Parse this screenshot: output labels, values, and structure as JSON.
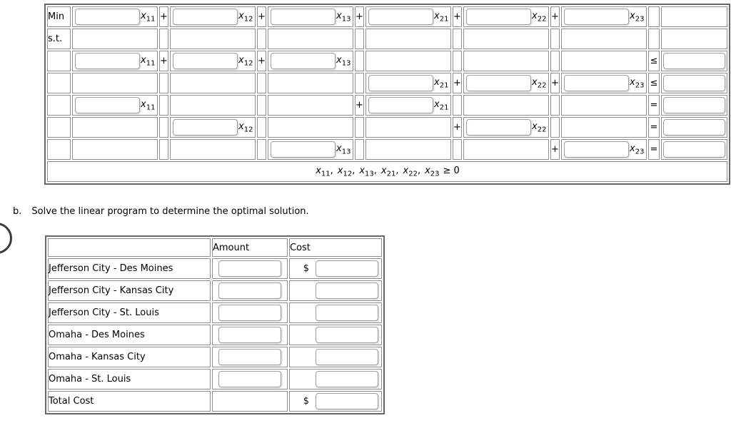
{
  "colors": {
    "background": "#ffffff",
    "text": "#000000",
    "table-border": "#686868",
    "cell-border": "#8f8f8f",
    "input-border": "#9e9e9e",
    "circle": "#3a3a3a"
  },
  "lp": {
    "plus_sign": "+",
    "comma": ",",
    "nonneg_relation": "≥ 0",
    "variables": [
      {
        "base": "x",
        "sub": "11"
      },
      {
        "base": "x",
        "sub": "12"
      },
      {
        "base": "x",
        "sub": "13"
      },
      {
        "base": "x",
        "sub": "21"
      },
      {
        "base": "x",
        "sub": "22"
      },
      {
        "base": "x",
        "sub": "23"
      }
    ],
    "rows": [
      {
        "label": "Min",
        "terms": [
          0,
          1,
          2,
          3,
          4,
          5
        ],
        "plus": [
          1,
          2,
          3,
          4,
          5
        ],
        "op": "",
        "rhs": false
      },
      {
        "label": "s.t.",
        "terms": [],
        "plus": [],
        "op": "",
        "rhs": false
      },
      {
        "label": "",
        "terms": [
          0,
          1,
          2
        ],
        "plus": [
          1,
          2
        ],
        "op": "≤",
        "rhs": true
      },
      {
        "label": "",
        "terms": [
          3,
          4,
          5
        ],
        "plus": [
          4,
          5
        ],
        "op": "≤",
        "rhs": true
      },
      {
        "label": "",
        "terms": [
          0,
          3
        ],
        "plus": [
          3
        ],
        "op": "=",
        "rhs": true
      },
      {
        "label": "",
        "terms": [
          1,
          4
        ],
        "plus": [
          4
        ],
        "op": "=",
        "rhs": true
      },
      {
        "label": "",
        "terms": [
          2,
          5
        ],
        "plus": [
          5
        ],
        "op": "=",
        "rhs": true
      }
    ]
  },
  "part_b": {
    "marker": "b.",
    "text": "Solve the linear program to determine the optimal solution."
  },
  "solution_table": {
    "headers": {
      "item": "",
      "amount": "Amount",
      "cost": "Cost"
    },
    "currency": "$",
    "rows": [
      {
        "label": "Jefferson City - Des Moines",
        "amount_input": true,
        "show_currency": true,
        "cost_input": true
      },
      {
        "label": "Jefferson City - Kansas City",
        "amount_input": true,
        "show_currency": false,
        "cost_input": true
      },
      {
        "label": "Jefferson City - St. Louis",
        "amount_input": true,
        "show_currency": false,
        "cost_input": true
      },
      {
        "label": "Omaha - Des Moines",
        "amount_input": true,
        "show_currency": false,
        "cost_input": true
      },
      {
        "label": "Omaha - Kansas City",
        "amount_input": true,
        "show_currency": false,
        "cost_input": true
      },
      {
        "label": "Omaha - St. Louis",
        "amount_input": true,
        "show_currency": false,
        "cost_input": true
      },
      {
        "label": "Total Cost",
        "amount_input": false,
        "show_currency": true,
        "cost_input": true
      }
    ]
  }
}
